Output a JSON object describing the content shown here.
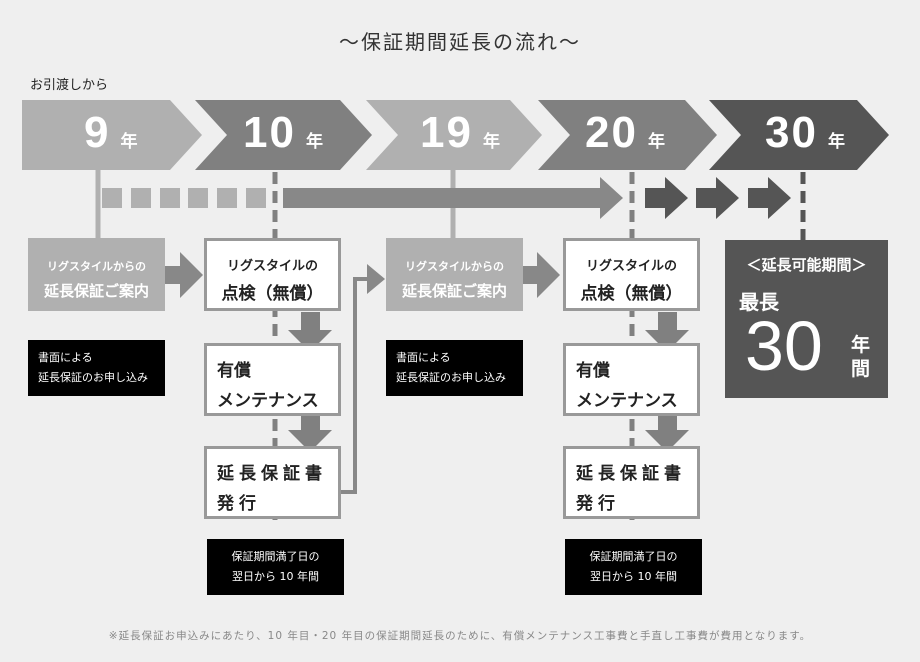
{
  "title": "～保証期間延長の流れ～",
  "start_label": "お引渡しから",
  "years": [
    {
      "num": "9",
      "unit": "年",
      "color": "#b0b0b0"
    },
    {
      "num": "10",
      "unit": "年",
      "color": "#808080"
    },
    {
      "num": "19",
      "unit": "年",
      "color": "#b0b0b0"
    },
    {
      "num": "20",
      "unit": "年",
      "color": "#808080"
    },
    {
      "num": "30",
      "unit": "年",
      "color": "#555555"
    }
  ],
  "guide": {
    "line1": "リグスタイルからの",
    "line2": "延長保証ご案内"
  },
  "inspection": {
    "line1": "リグスタイルの",
    "line2": "点検（無償）"
  },
  "maintenance": {
    "line1": "有償",
    "line2": "メンテナンス"
  },
  "issue": {
    "line1": "延長保証書",
    "line2": "発行"
  },
  "application": {
    "line1": "書面による",
    "line2": "延長保証のお申し込み"
  },
  "period": {
    "line1": "保証期間満了日の",
    "line2": "翌日から 10 年間"
  },
  "max_box": {
    "heading": "＜延長可能期間＞",
    "label": "最長",
    "number": "30",
    "unit1": "年",
    "unit2": "間"
  },
  "footnote": "※延長保証お申込みにあたり、10 年目・20 年目の保証期間延長のために、有償メンテナンス工事費と手直し工事費が費用となります。"
}
